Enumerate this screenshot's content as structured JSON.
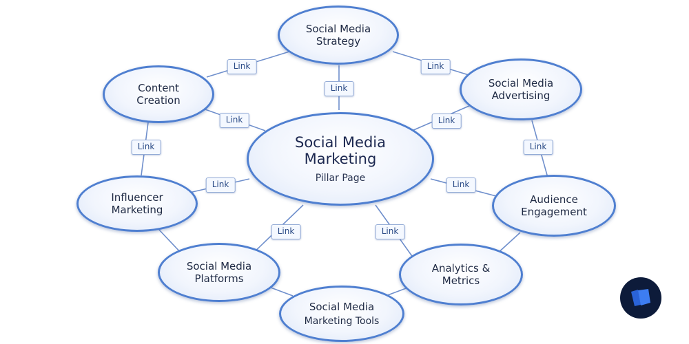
{
  "diagram": {
    "center": {
      "title": "Social Media\nMarketing",
      "subtitle": "Pillar Page"
    },
    "nodes": {
      "strategy": "Social Media\nStrategy",
      "advertising": "Social Media\nAdvertising",
      "audience": "Audience\nEngagement",
      "analytics": "Analytics &\nMetrics",
      "tools_line1": "Social Media",
      "tools_line2": "Marketing Tools",
      "platforms": "Social Media\nPlatforms",
      "influencer": "Influencer\nMarketing",
      "content": "Content\nCreation"
    },
    "link_label": "Link"
  },
  "colors": {
    "node_border": "#4f7fd0",
    "connector": "#6f8fcc",
    "link_text": "#2a4a86",
    "logo_background": "#0d1b3a",
    "logo_front": "#3d7df2"
  },
  "logo_icon": "brand-logo-icon"
}
